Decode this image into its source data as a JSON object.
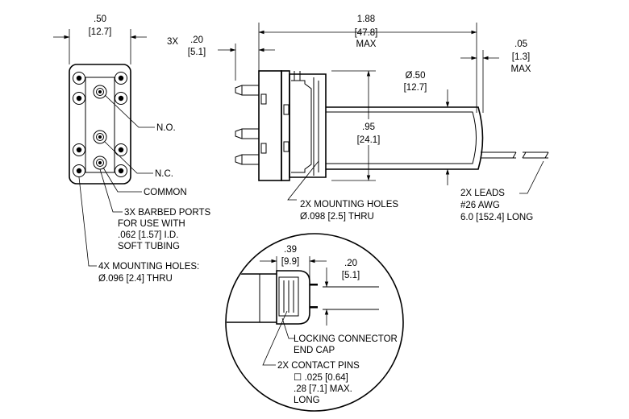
{
  "dims": {
    "width_in": ".50",
    "width_mm": "[12.7]",
    "port_qty": "3X",
    "port_len_in": ".20",
    "port_len_mm": "[5.1]",
    "length_in": "1.88",
    "length_mm": "[47.8]",
    "length_max": "MAX",
    "lead_in": ".05",
    "lead_mm": "[1.3]",
    "lead_max": "MAX",
    "dia_in": "Ø.50",
    "dia_mm": "[12.7]",
    "height_in": ".95",
    "height_mm": "[24.1]",
    "detail_w_in": ".39",
    "detail_w_mm": "[9.9]",
    "detail_h_in": ".20",
    "detail_h_mm": "[5.1]"
  },
  "callouts": {
    "no": "N.O.",
    "nc": "N.C.",
    "common": "COMMON",
    "barbed_1": "3X BARBED PORTS",
    "barbed_2": "FOR USE WITH",
    "barbed_3": ".062 [1.57] I.D.",
    "barbed_4": "SOFT TUBING",
    "mount4_1": "4X MOUNTING HOLES:",
    "mount4_2": "Ø.096 [2.4] THRU",
    "mount2_1": "2X MOUNTING HOLES",
    "mount2_2": "Ø.098 [2.5] THRU",
    "leads_1": "2X LEADS",
    "leads_2": "#26 AWG",
    "leads_3": "6.0 [152.4] LONG",
    "connector_1": "LOCKING CONNECTOR",
    "connector_2": "END CAP",
    "pins_1": "2X CONTACT PINS",
    "pins_2": "☐ .025 [0.64]",
    "pins_3": ".28 [7.1] MAX.",
    "pins_4": "LONG"
  }
}
